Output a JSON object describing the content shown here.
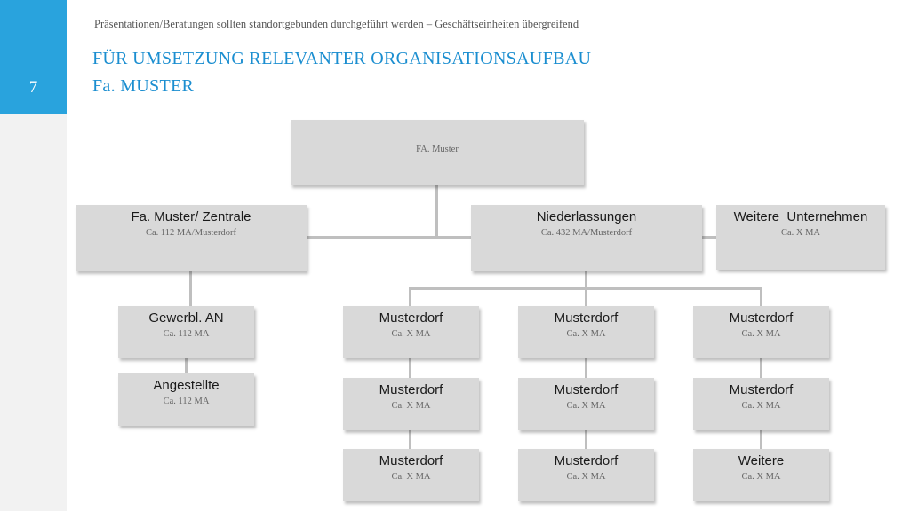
{
  "slide": {
    "number": "7",
    "subtitle": "Präsentationen/Beratungen sollten standortgebunden durchgeführt werden – Geschäftseinheiten übergreifend",
    "title_line1": "FÜR UMSETZUNG RELEVANTER ORGANISATIONSAUFBAU",
    "title_line2": "Fa. MUSTER"
  },
  "org": {
    "root": {
      "label": "FA. Muster"
    },
    "zentrale": {
      "title": "Fa. Muster/ Zentrale",
      "sub": "Ca. 112 MA/Musterdorf"
    },
    "niederlassungen": {
      "title": "Niederlassungen",
      "sub": "Ca. 432 MA/Musterdorf"
    },
    "weitere_unternehmen": {
      "title": "Weitere  Unternehmen",
      "sub": "Ca. X MA"
    },
    "gewerbl": {
      "title": "Gewerbl. AN",
      "sub": "Ca. 112 MA"
    },
    "angestellte": {
      "title": "Angestellte",
      "sub": "Ca. 112 MA"
    },
    "branches": [
      {
        "title": "Musterdorf",
        "sub": "Ca. X MA"
      },
      {
        "title": "Musterdorf",
        "sub": "Ca. X MA"
      },
      {
        "title": "Musterdorf",
        "sub": "Ca. X MA"
      },
      {
        "title": "Musterdorf",
        "sub": "Ca. X MA"
      },
      {
        "title": "Musterdorf",
        "sub": "Ca. X MA"
      },
      {
        "title": "Musterdorf",
        "sub": "Ca. X MA"
      },
      {
        "title": "Musterdorf",
        "sub": "Ca. X MA"
      },
      {
        "title": "Musterdorf",
        "sub": "Ca. X MA"
      },
      {
        "title": "Weitere",
        "sub": "Ca. X MA"
      }
    ]
  },
  "colors": {
    "accent": "#29a3dd",
    "title": "#1b8ed0",
    "box": "#d9d9d9",
    "connector": "#bfbfbf"
  }
}
